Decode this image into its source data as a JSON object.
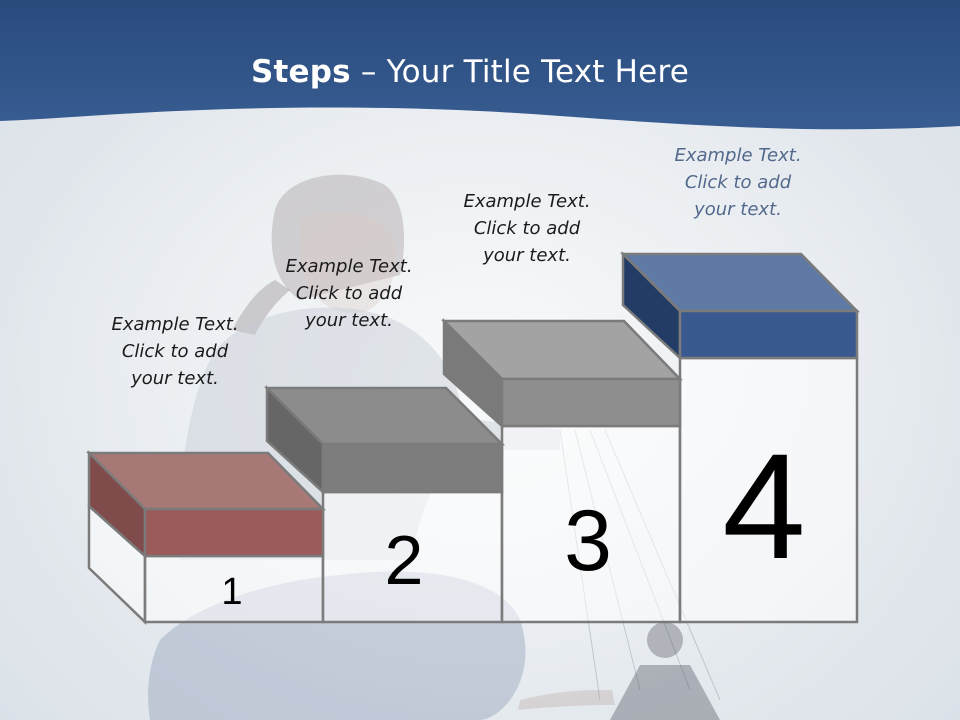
{
  "slide": {
    "title_bold": "Steps",
    "title_rest": " – Your Title Text Here",
    "colors": {
      "header": "#2c4c7e",
      "step1": "#9b5d5d",
      "step2": "#7c7c7c",
      "step3": "#8a8a8a",
      "step4": "#304f85"
    }
  },
  "steps": [
    {
      "number": "1",
      "caption": [
        "Example Text.",
        "Click  to add",
        "your text."
      ]
    },
    {
      "number": "2",
      "caption": [
        "Example Text.",
        "Click  to add",
        "your text."
      ]
    },
    {
      "number": "3",
      "caption": [
        "Example Text.",
        "Click  to add",
        "your text."
      ]
    },
    {
      "number": "4",
      "caption": [
        "Example Text.",
        "Click  to add",
        "your text."
      ]
    }
  ]
}
